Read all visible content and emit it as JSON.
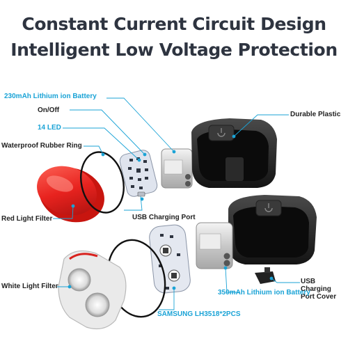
{
  "headline": {
    "line1": "Constant Current Circuit Design",
    "line2": "Intelligent Low Voltage Protection"
  },
  "colors": {
    "accent": "#1aa3d6",
    "text": "#2e3440",
    "red_lens": "#e8231f",
    "housing": "#2a2a2a"
  },
  "labels": {
    "battery_230": "230mAh Lithium ion Battery",
    "on_off": "On/Off",
    "led_14": "14 LED",
    "rubber_ring": "Waterproof Rubber Ring",
    "red_filter": "Red Light Filter",
    "usb_port": "USB Charging Port",
    "durable_plastic": "Durable Plastic",
    "usb_cover": "USB Charging Port Cover",
    "battery_350": "350mAh Lithium ion Battery",
    "white_filter": "White Light Filter",
    "samsung": "SAMSUNG LH3518*2PCS"
  }
}
